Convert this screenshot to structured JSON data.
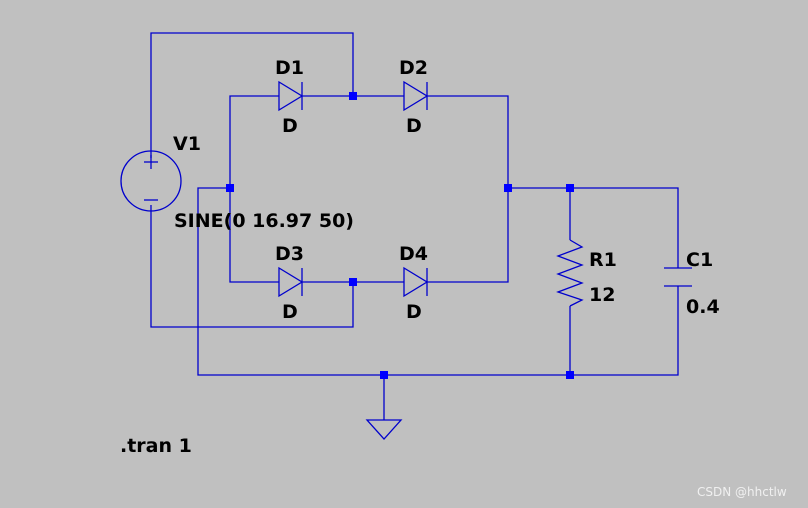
{
  "schematic": {
    "source": {
      "name": "V1",
      "value": "SINE(0 16.97 50)"
    },
    "diodes": [
      {
        "name": "D1",
        "model": "D"
      },
      {
        "name": "D2",
        "model": "D"
      },
      {
        "name": "D3",
        "model": "D"
      },
      {
        "name": "D4",
        "model": "D"
      }
    ],
    "resistor": {
      "name": "R1",
      "value": "12"
    },
    "capacitor": {
      "name": "C1",
      "value": "0.4"
    },
    "directive": ".tran 1"
  },
  "watermark": "CSDN @hhctlw",
  "colors": {
    "background": "#c0c0c0",
    "wire": "#0000cc",
    "node": "#0000ff",
    "text": "#000000"
  }
}
